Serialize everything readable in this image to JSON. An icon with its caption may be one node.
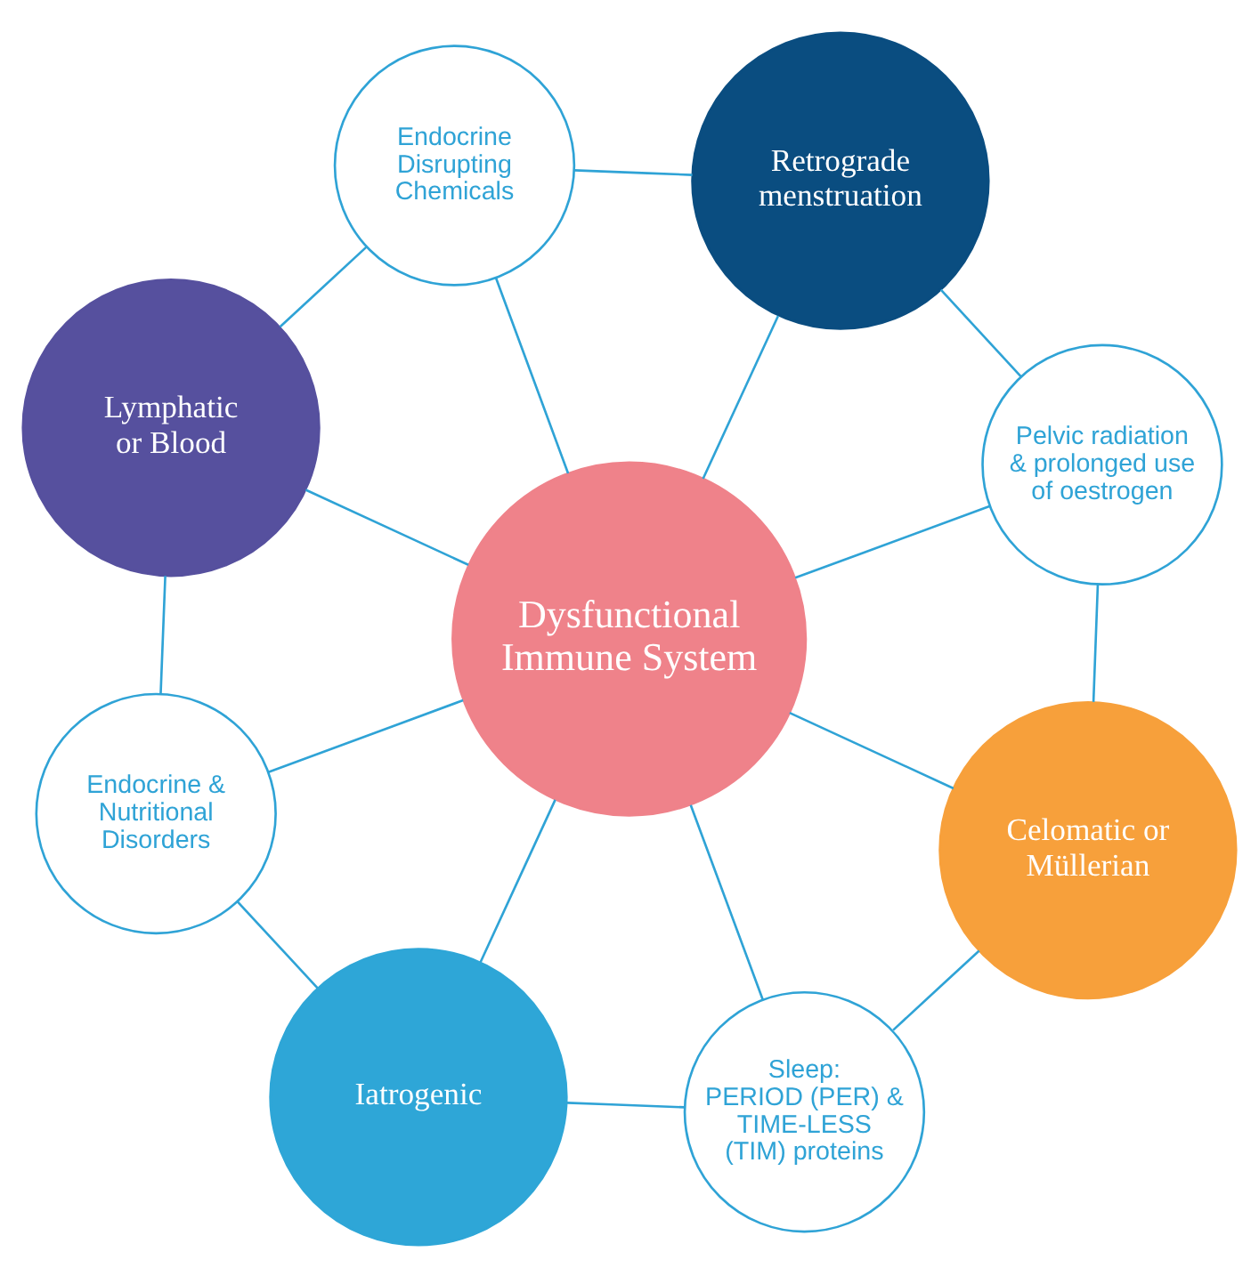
{
  "diagram": {
    "nodes": [
      {
        "text": [
          "Retrograde menstruation"
        ]
      },
      {
        "text": [
          "Endocrine Disrupting Chemicals"
        ]
      },
      {
        "text": [
          "Pelvic radiation & prolonged use of oestrogen"
        ]
      },
      {
        "text": [
          "Lymphatic or Blood"
        ]
      },
      {
        "text": [
          "Dysfunctional Immune System"
        ]
      },
      {
        "text": [
          "Celomatic or Müllerian"
        ]
      },
      {
        "text": [
          "Endocrine & Nutritional Disorders"
        ]
      },
      {
        "text": [
          "Sleep:",
          "PERIOD (PER) & TIME-LESS (TIM) proteins"
        ]
      },
      {
        "text": [
          "Iatrogenic"
        ]
      }
    ],
    "edges": [
      {
        "from": 4,
        "to": 0,
        "arrow": "none"
      },
      {
        "from": 4,
        "to": 1,
        "arrow": "none"
      },
      {
        "from": 4,
        "to": 2,
        "arrow": "none"
      },
      {
        "from": 4,
        "to": 3,
        "arrow": "none"
      },
      {
        "from": 4,
        "to": 5,
        "arrow": "none"
      },
      {
        "from": 4,
        "to": 6,
        "arrow": "none"
      },
      {
        "from": 4,
        "to": 7,
        "arrow": "none"
      },
      {
        "from": 4,
        "to": 8,
        "arrow": "none"
      },
      {
        "from": 0,
        "to": 1,
        "arrow": "none"
      },
      {
        "from": 0,
        "to": 2,
        "arrow": "none"
      },
      {
        "from": 1,
        "to": 3,
        "arrow": "none"
      },
      {
        "from": 2,
        "to": 5,
        "arrow": "none"
      },
      {
        "from": 3,
        "to": 6,
        "arrow": "none"
      },
      {
        "from": 5,
        "to": 7,
        "arrow": "none"
      },
      {
        "from": 6,
        "to": 8,
        "arrow": "none"
      },
      {
        "from": 7,
        "to": 8,
        "arrow": "none"
      }
    ]
  }
}
